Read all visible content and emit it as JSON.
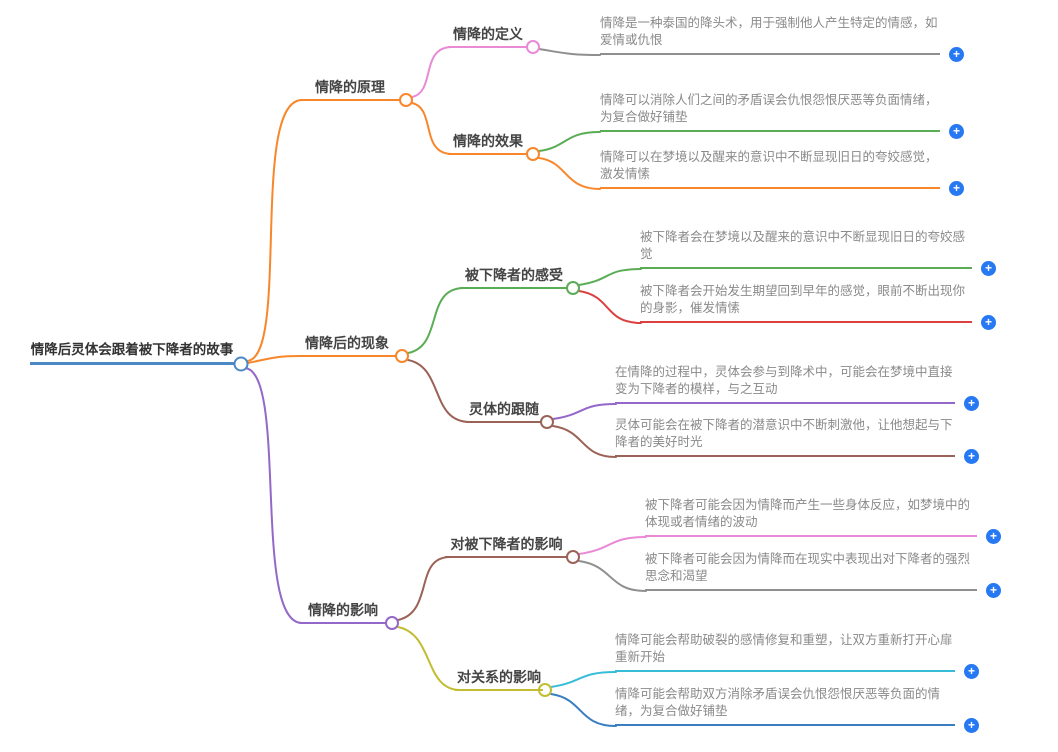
{
  "mindmap": {
    "root": {
      "label": "情降后灵体会跟着被下降者的故事",
      "color": "#4a89c6"
    },
    "branches": [
      {
        "label": "情降的原理",
        "color": "#f8872b",
        "children": [
          {
            "label": "情降的定义",
            "color": "#e98ad6",
            "leaves": [
              {
                "text": "情降是一种泰国的降头术，用于强制他人产生特定的情感，如爱情或仇恨",
                "color": "#8f8f8f"
              }
            ]
          },
          {
            "label": "情降的效果",
            "color": "#f8872b",
            "leaves": [
              {
                "text": "情降可以消除人们之间的矛盾误会仇恨怨恨厌恶等负面情绪，为复合做好铺垫",
                "color": "#5bad55"
              },
              {
                "text": "情降可以在梦境以及醒来的意识中不断显现旧日的夸姣感觉，激发情愫",
                "color": "#f8872b"
              }
            ]
          }
        ]
      },
      {
        "label": "情降后的现象",
        "color": "#f8872b",
        "children": [
          {
            "label": "被下降者的感受",
            "color": "#5bad55",
            "leaves": [
              {
                "text": "被下降者会在梦境以及醒来的意识中不断显现旧日的夸姣感觉",
                "color": "#5bad55"
              },
              {
                "text": "被下降者会开始发生期望回到早年的感觉，眼前不断出现你的身影，催发情愫",
                "color": "#dd4040"
              }
            ]
          },
          {
            "label": "灵体的跟随",
            "color": "#9b6357",
            "leaves": [
              {
                "text": "在情降的过程中，灵体会参与到降术中，可能会在梦境中直接变为下降者的模样，与之互动",
                "color": "#9468c8"
              },
              {
                "text": "灵体可能会在被下降者的潜意识中不断刺激他，让他想起与下降者的美好时光",
                "color": "#9b6357"
              }
            ]
          }
        ]
      },
      {
        "label": "情降的影响",
        "color": "#9468c8",
        "children": [
          {
            "label": "对被下降者的影响",
            "color": "#9b6357",
            "leaves": [
              {
                "text": "被下降者可能会因为情降而产生一些身体反应，如梦境中的体现或者情绪的波动",
                "color": "#e98ad6"
              },
              {
                "text": "被下降者可能会因为情降而在现实中表现出对下降者的强烈思念和渴望",
                "color": "#8f8f8f"
              }
            ]
          },
          {
            "label": "对关系的影响",
            "color": "#c2bd30",
            "leaves": [
              {
                "text": "情降可能会帮助破裂的感情修复和重塑，让双方重新打开心扉重新开始",
                "color": "#38bdd8"
              },
              {
                "text": "情降可能会帮助双方消除矛盾误会仇恨怨恨厌恶等负面的情绪，为复合做好铺垫",
                "color": "#3a7ec2"
              }
            ]
          }
        ]
      }
    ]
  },
  "ui": {
    "plus_icon": "+",
    "plus_color": "#2679f2",
    "background": "#ffffff"
  }
}
